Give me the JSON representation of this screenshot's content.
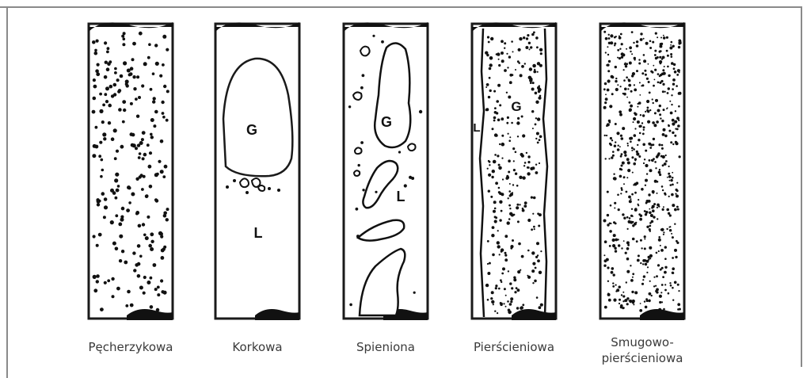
{
  "diagram": {
    "regimes": [
      {
        "id": "pecherzykowa",
        "caption": "Pęcherzykowa",
        "bubble_style": "uniform-medium"
      },
      {
        "id": "korkowa",
        "caption": "Korkowa",
        "gas_label": "G",
        "liquid_label": "L"
      },
      {
        "id": "spieniona",
        "caption": "Spieniona",
        "gas_label": "G",
        "liquid_label": "L"
      },
      {
        "id": "pierscieniowa",
        "caption": "Pierścieniowa",
        "gas_label": "G",
        "liquid_label": "L"
      },
      {
        "id": "smugowo-pierscieniowa",
        "caption_line1": "Smugowo-",
        "caption_line2": "pierścieniowa",
        "bubble_style": "dense-fine"
      }
    ]
  },
  "colors": {
    "pipe_outline": "#1a1a1a",
    "bubble": "#111111",
    "frame": "#8a8a8a",
    "caption_text": "#3a3a3a"
  }
}
